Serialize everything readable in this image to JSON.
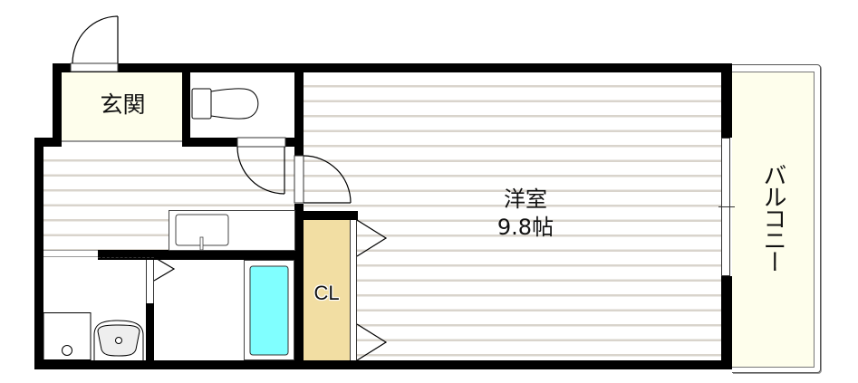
{
  "floorplan": {
    "rooms": {
      "entrance": {
        "label": "玄関",
        "color": "#fefeec"
      },
      "western_room": {
        "label": "洋室",
        "size": "9.8帖"
      },
      "closet": {
        "label": "CL",
        "color": "#f2dea3"
      },
      "balcony": {
        "label": "バルコニー",
        "color": "#fefeec"
      },
      "toilet": {
        "label": ""
      },
      "kitchen": {
        "label": ""
      },
      "washroom": {
        "label": ""
      },
      "bathroom": {
        "label": ""
      }
    },
    "colors": {
      "wall": "#000000",
      "floor_line": "#d9d4cc",
      "bathtub": "#80ffff",
      "sink_basin": "#eeeeee"
    }
  }
}
